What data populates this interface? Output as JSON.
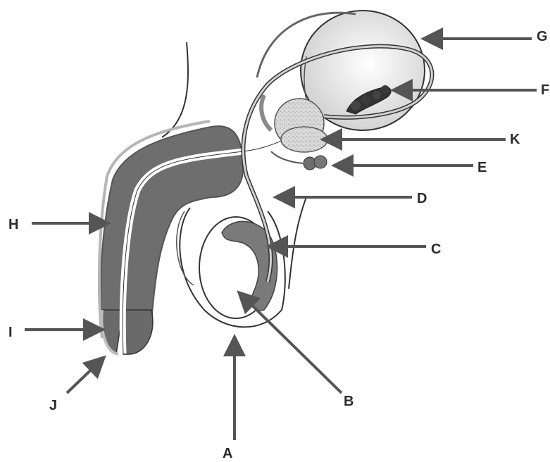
{
  "diagram": {
    "labels": {
      "a": "A",
      "b": "B",
      "c": "C",
      "d": "D",
      "e": "E",
      "f": "F",
      "g": "G",
      "h": "H",
      "i": "I",
      "j": "J",
      "k": "K"
    },
    "colors": {
      "shaded_tissue": "#6e6e6e",
      "light_tissue": "#e6e6e6",
      "outline": "#333333",
      "arrow": "#555555",
      "label_text": "#2b2b2b"
    }
  }
}
